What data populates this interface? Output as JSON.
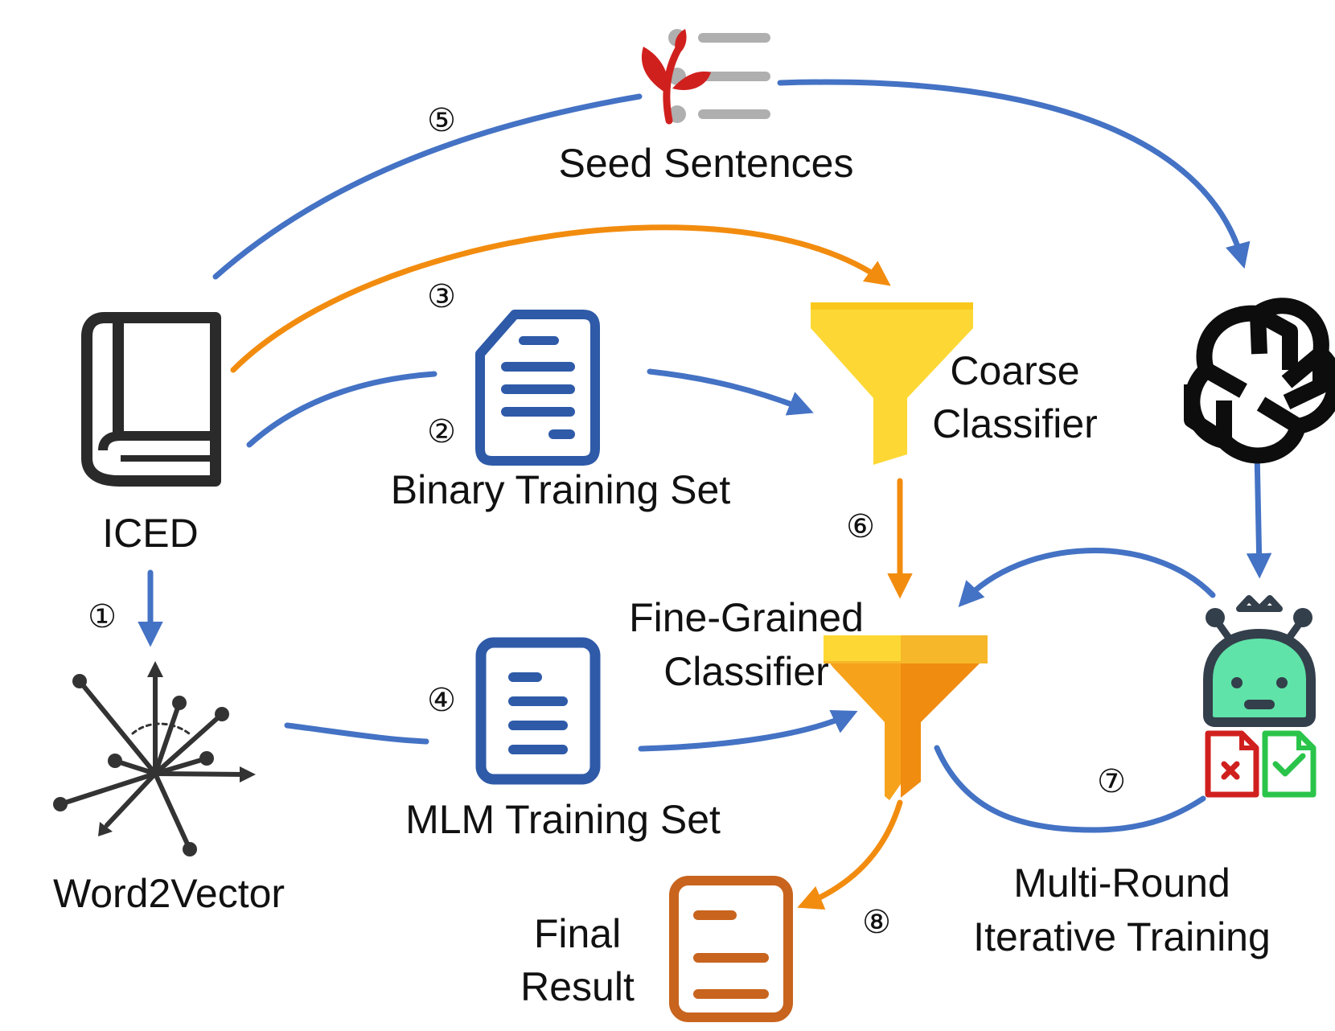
{
  "colors": {
    "blue_arrow": "#4472C4",
    "orange_arrow": "#F28C0F",
    "doc_blue": "#2E5AA8",
    "doc_orange": "#C8641E",
    "funnel_yellow": "#FDD835",
    "funnel_orange": "#F7A21B",
    "seed_red": "#D0201E",
    "robot_green": "#5FE3A8",
    "text": "#111111"
  },
  "nodes": {
    "seed": {
      "label": "Seed Sentences",
      "icon": "seedling-list-icon"
    },
    "iced": {
      "label": "ICED",
      "icon": "book-icon"
    },
    "word2vec": {
      "label": "Word2Vector",
      "icon": "vector-space-icon"
    },
    "binary": {
      "label": "Binary Training Set",
      "icon": "document-icon"
    },
    "mlm": {
      "label": "MLM Training Set",
      "icon": "document-icon"
    },
    "coarse": {
      "label_line1": "Coarse",
      "label_line2": "Classifier",
      "icon": "funnel-icon"
    },
    "fine": {
      "label_line1": "Fine-Grained",
      "label_line2": "Classifier",
      "icon": "funnel-icon"
    },
    "llm": {
      "icon": "openai-logo-icon"
    },
    "robot": {
      "icon": "robot-icon"
    },
    "multi": {
      "label_line1": "Multi-Round",
      "label_line2": "Iterative Training"
    },
    "final": {
      "label_line1": "Final",
      "label_line2": "Result",
      "icon": "document-icon"
    }
  },
  "steps": {
    "s1": "①",
    "s2": "②",
    "s3": "③",
    "s4": "④",
    "s5": "⑤",
    "s6": "⑥",
    "s7": "⑦",
    "s8": "⑧"
  }
}
